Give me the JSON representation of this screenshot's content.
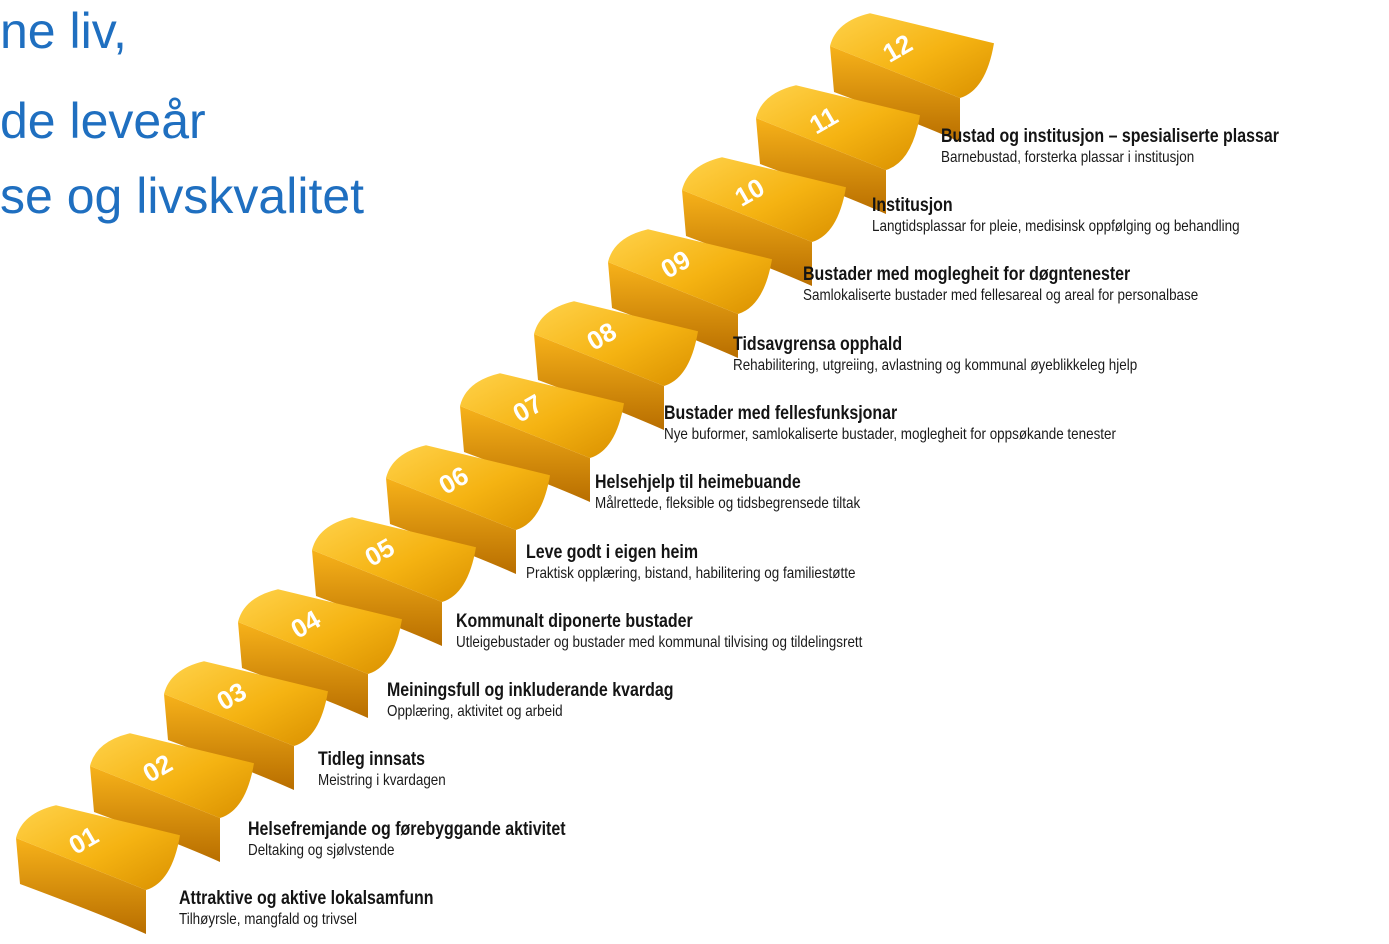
{
  "heading": {
    "lines": [
      "ne liv,",
      "de leveår",
      "se og  livskvalitet"
    ],
    "color": "#1f6fc0"
  },
  "colors": {
    "step_top_light": "#ffd24a",
    "step_top_mid": "#f5b312",
    "step_top_dark": "#d99000",
    "step_front_light": "#f7b21a",
    "step_front_dark": "#b86e00",
    "number_color": "#ffffff"
  },
  "steps": [
    {
      "number": "01",
      "title": "Attraktive og aktive lokalsamfunn",
      "description": "Tilhøyrsle, mangfald og trivsel"
    },
    {
      "number": "02",
      "title": "Helsefremjande og førebyggande aktivitet",
      "description": "Deltaking og sjølvstende"
    },
    {
      "number": "03",
      "title": "Tidleg innsats",
      "description": "Meistring i kvardagen"
    },
    {
      "number": "04",
      "title": "Meiningsfull og inkluderande kvardag",
      "description": "Opplæring, aktivitet og arbeid"
    },
    {
      "number": "05",
      "title": "Kommunalt diponerte bustader",
      "description": "Utleigebustader og bustader med kommunal tilvising og tildelingsrett"
    },
    {
      "number": "06",
      "title": "Leve godt i eigen heim",
      "description": "Praktisk opplæring, bistand, habilitering og familiestøtte"
    },
    {
      "number": "07",
      "title": "Helsehjelp til heimebuande",
      "description": "Målrettede, fleksible og tidsbegrensede tiltak"
    },
    {
      "number": "08",
      "title": "Bustader med fellesfunksjonar",
      "description": "Nye buformer, samlokaliserte bustader, moglegheit for oppsøkande tenester"
    },
    {
      "number": "09",
      "title": "Tidsavgrensa opphald",
      "description": "Rehabilitering, utgreiing, avlastning og kommunal øyeblikkeleg hjelp"
    },
    {
      "number": "10",
      "title": "Bustader med moglegheit for døgntenester",
      "description": "Samlokaliserte bustader med fellesareal og areal for personalbase"
    },
    {
      "number": "11",
      "title": "Institusjon",
      "description": "Langtidsplassar for pleie, medisinsk oppfølging og behandling"
    },
    {
      "number": "12",
      "title": "Bustad og institusjon – spesialiserte plassar",
      "description": "Barnebustad, forsterka plassar i institusjon"
    }
  ]
}
